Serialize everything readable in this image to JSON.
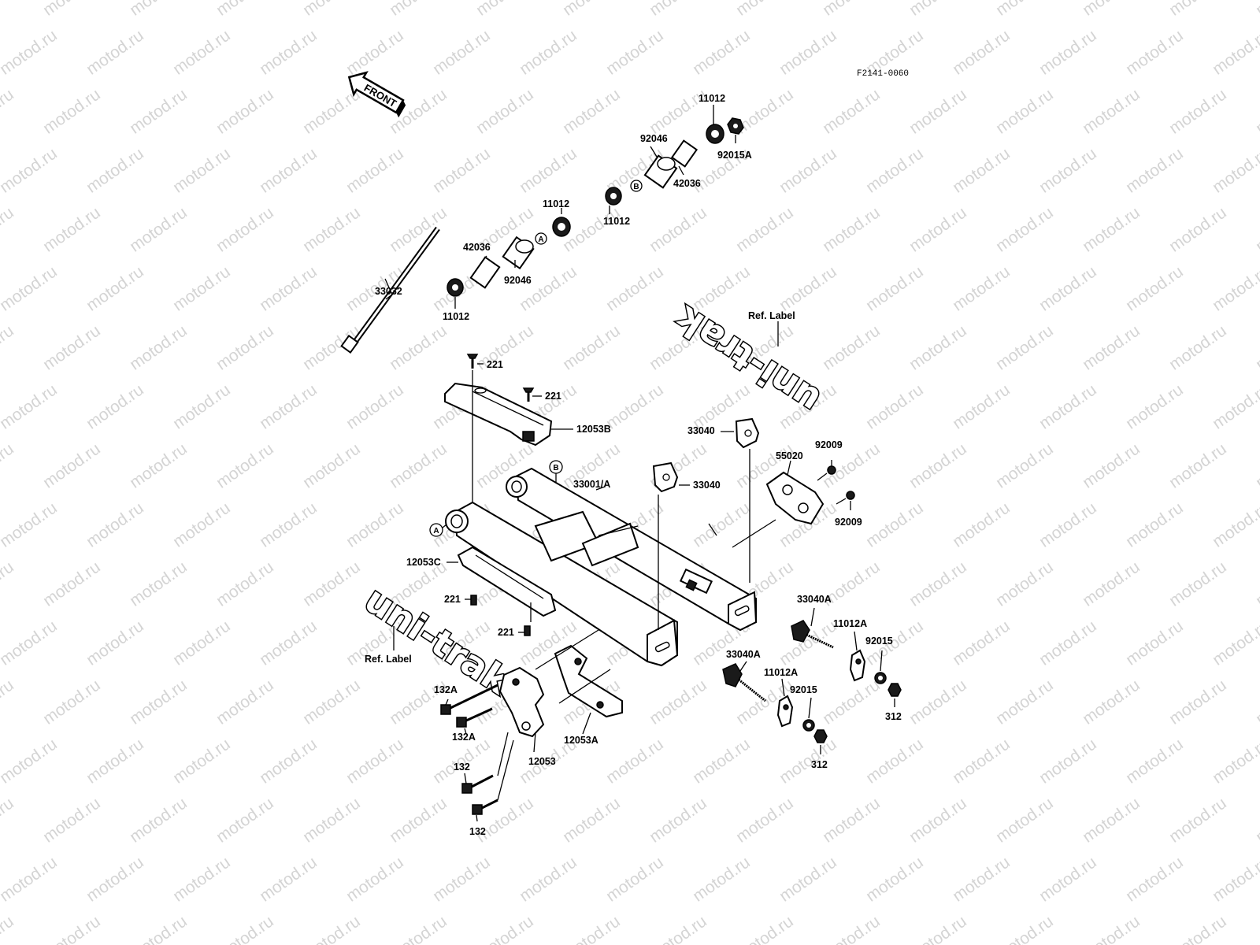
{
  "watermark": "motod.ru",
  "figure_code": "F2141-0060",
  "front_arrow": "FRONT",
  "logo_text": "uni-trak",
  "ref_labels": [
    "Ref. Label",
    "Ref. Label"
  ],
  "callouts": {
    "A": "A",
    "B": "B"
  },
  "parts": [
    "11012",
    "92015A",
    "92046",
    "42036",
    "11012",
    "11012",
    "42036",
    "92046",
    "11012",
    "33032",
    "11012",
    "221",
    "221",
    "12053B",
    "33040",
    "92009",
    "55020",
    "33001/A",
    "33040",
    "92009",
    "12053C",
    "221",
    "221",
    "33040A",
    "11012A",
    "92015",
    "33040A",
    "11012A",
    "92015",
    "312",
    "312",
    "132A",
    "132A",
    "12053A",
    "12053",
    "132",
    "132"
  ]
}
